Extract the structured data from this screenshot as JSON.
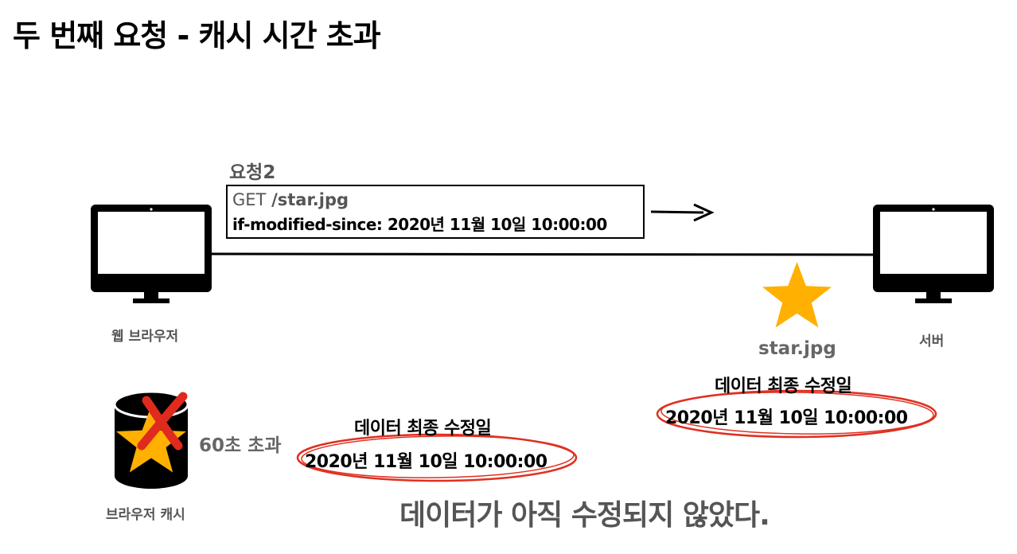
{
  "title": "두 번째 요청 - 캐시 시간 초과",
  "request": {
    "label": "요청2",
    "method": "GET",
    "path": "/star.jpg",
    "header": "if-modified-since: 2020년 11월 10일 10:00:00"
  },
  "client": {
    "label": "웹 브라우저"
  },
  "server": {
    "label": "서버",
    "file_name": "star.jpg"
  },
  "cache": {
    "label": "브라우저 캐시",
    "expired_text": "60초 초과",
    "last_modified_heading": "데이터 최종 수정일",
    "last_modified_value": "2020년 11월 10일 10:00:00"
  },
  "server_data": {
    "last_modified_heading": "데이터 최종 수정일",
    "last_modified_value": "2020년 11월 10일 10:00:00"
  },
  "conclusion": "데이터가 아직 수정되지 않았다.",
  "colors": {
    "star": "#FFB000",
    "highlight_ellipse": "#E03020",
    "cross": "#E02A1E",
    "monitor": "#000000"
  }
}
